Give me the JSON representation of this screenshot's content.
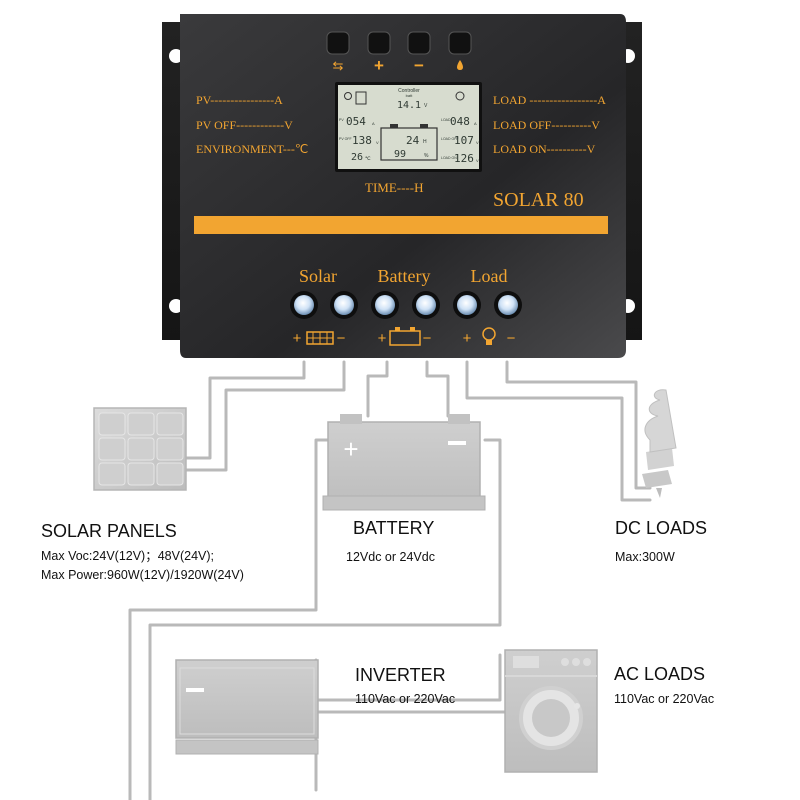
{
  "controller": {
    "buttons": [
      {
        "name": "mode",
        "symbol": "⇆"
      },
      {
        "name": "plus",
        "symbol": "+"
      },
      {
        "name": "minus",
        "symbol": "−"
      },
      {
        "name": "light",
        "symbol": "💧"
      }
    ],
    "left_labels": [
      "PV----------------A",
      "PV  OFF------------V",
      "ENVIRONMENT---℃"
    ],
    "right_labels": [
      "LOAD -----------------A",
      "LOAD OFF----------V",
      "LOAD ON----------V"
    ],
    "time_label": "TIME----H",
    "model": "SOLAR 80",
    "terminal_labels": [
      "Solar",
      "Battery",
      "Load"
    ],
    "terminal_polarity": {
      "plus": "+",
      "minus": "−"
    },
    "lcd": {
      "controller_text": "Controller",
      "status_text": "batt",
      "top_value": "14.1",
      "top_unit": "V",
      "left_values": [
        {
          "label": "PV",
          "value": "054",
          "unit": "A"
        },
        {
          "label": "PV OFF",
          "value": "138",
          "unit": "V"
        },
        {
          "label": "",
          "value": "26",
          "unit": "℃"
        }
      ],
      "center_top": "24",
      "center_top_unit": "H",
      "center_bottom": "99",
      "center_bottom_unit": "%",
      "right_values": [
        {
          "label": "LOAD",
          "value": "048",
          "unit": "A"
        },
        {
          "label": "LOAD OFF",
          "value": "107",
          "unit": "V"
        },
        {
          "label": "LOAD ON",
          "value": "126",
          "unit": "V"
        }
      ]
    },
    "colors": {
      "body": "#2b2b2d",
      "accent": "#f2a531",
      "lcd": "#d7dccf"
    }
  },
  "captions": {
    "solar_panels": {
      "title": "SOLAR  PANELS",
      "line1": "Max  Voc:24V(12V)；48V(24V);",
      "line2": "Max  Power:960W(12V)/1920W(24V)"
    },
    "battery": {
      "title": "BATTERY",
      "line1": "12Vdc  or  24Vdc"
    },
    "dc_loads": {
      "title": "DC  LOADS",
      "line1": "Max:300W"
    },
    "inverter": {
      "title": "INVERTER",
      "line1": "110Vac  or  220Vac"
    },
    "ac_loads": {
      "title": "AC  LOADS",
      "line1": "110Vac  or  220Vac"
    }
  }
}
